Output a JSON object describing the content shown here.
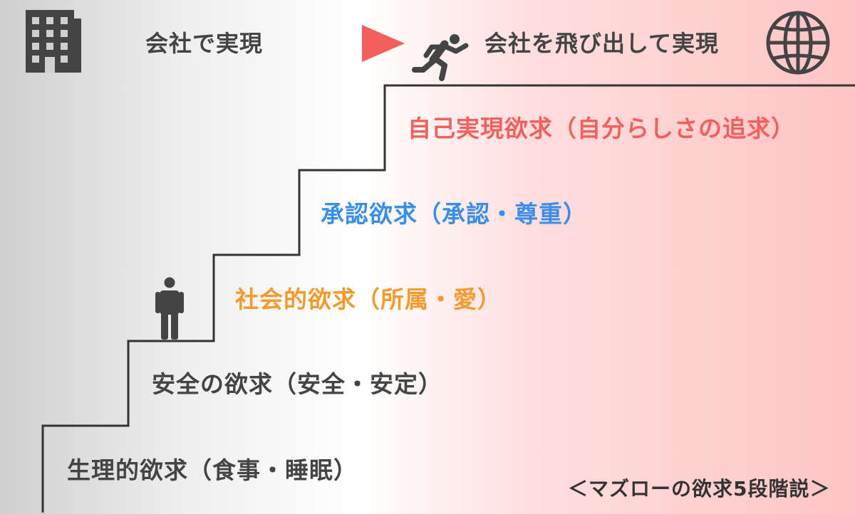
{
  "header": {
    "left_label": "会社で実現",
    "right_label": "会社を飛び出して実現"
  },
  "levels": [
    {
      "label": "自己実現欲求（自分らしさの追求）",
      "color": "#f25f5c"
    },
    {
      "label": "承認欲求（承認・尊重）",
      "color": "#3a8ee6"
    },
    {
      "label": "社会的欲求（所属・愛）",
      "color": "#f39a2e"
    },
    {
      "label": "安全の欲求（安全・安定）",
      "color": "#444444"
    },
    {
      "label": "生理的欲求（食事・睡眠）",
      "color": "#444444"
    }
  ],
  "caption": "＜マズローの欲求5段階説＞",
  "icons": {
    "building": "building-icon",
    "arrow": "play-arrow-icon",
    "runner": "running-person-icon",
    "globe": "globe-icon",
    "person": "standing-person-icon"
  },
  "colors": {
    "arrow": "#f25f5c",
    "icon_gray": "#444444"
  }
}
